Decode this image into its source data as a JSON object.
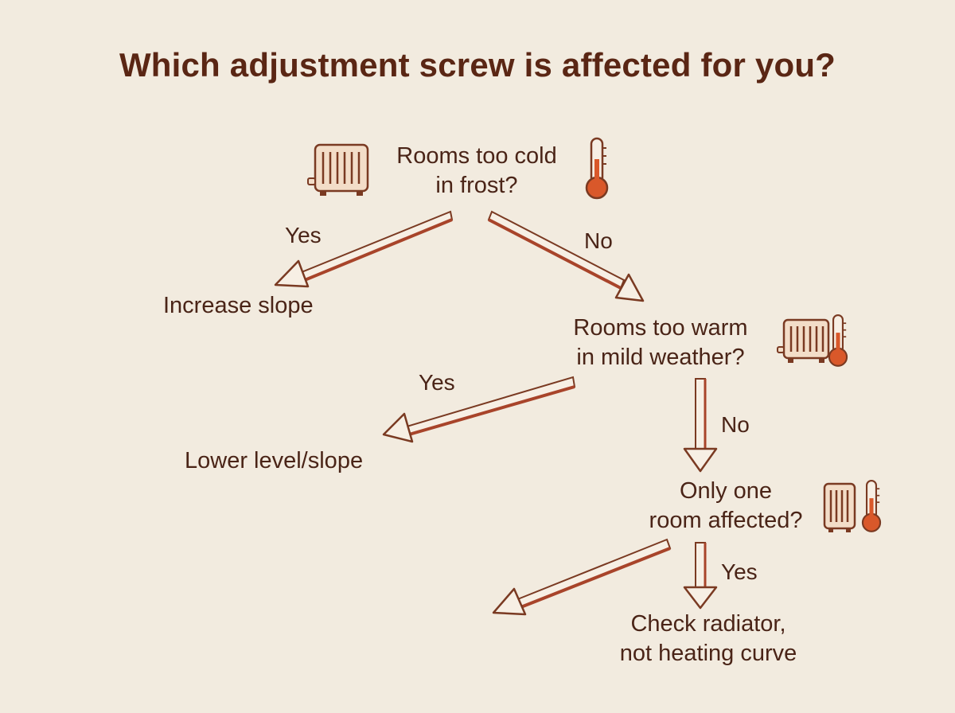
{
  "title": "Which adjustment screw is affected for you?",
  "nodes": {
    "q1": [
      "Rooms too cold",
      "in frost?"
    ],
    "increase_slope": "Increase slope",
    "q2": [
      "Rooms too warm",
      "in mild weather?"
    ],
    "lower_level": "Lower level/slope",
    "q3": [
      "Only one",
      "room affected?"
    ],
    "check_radiator": [
      "Check radiator,",
      "not heating curve"
    ]
  },
  "edge_labels": {
    "q1_yes": "Yes",
    "q1_no": "No",
    "q2_yes": "Yes",
    "q2_no": "No",
    "q3_yes": "Yes"
  },
  "icons": [
    "radiator-icon",
    "thermometer-icon"
  ],
  "colors": {
    "background": "#f2ebdf",
    "text": "#4a2417",
    "arrow": "#a8442a",
    "icon_fill": "#f3ddc8",
    "thermo": "#d9582a"
  }
}
